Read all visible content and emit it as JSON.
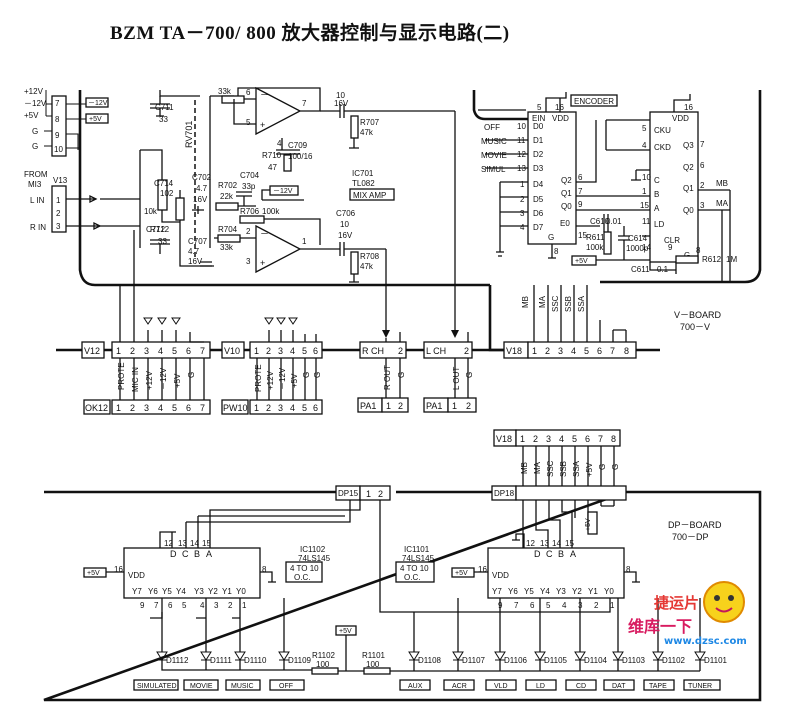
{
  "title": "BZM TA－700/ 800 放大器控制与显示电路(二)",
  "top_left": {
    "supply": [
      "+12V",
      "－12V",
      "+5V",
      "G",
      "G"
    ],
    "input_labels": [
      "FROM",
      "MI3",
      "L IN",
      "R IN"
    ],
    "v13_pins": [
      "7",
      "8",
      "9",
      "10",
      "1",
      "2",
      "3"
    ],
    "tags": [
      "－12V",
      "+5V"
    ]
  },
  "components": {
    "V13": "V13",
    "C711": "C711",
    "C711v": "33",
    "RV701": "RV701",
    "R33k_a": "33k",
    "C714": "C714",
    "C714v": "102",
    "R712": "R712",
    "R10k": "10k",
    "C712": "C712",
    "C712v": "33",
    "C702": "C702",
    "C702v1": "4.7",
    "C702v2": "16V",
    "R702": "R702",
    "R702v": "22k",
    "C704": "C704",
    "C704v": "33p",
    "R706": "R706",
    "R706v": "100k",
    "R710": "R710",
    "R710v": "47",
    "C709": "C709",
    "C709v": "100/16",
    "C707": "C707",
    "C707v1": "4.7",
    "C707v2": "16V",
    "R704": "R704",
    "R704v": "33k",
    "C_top_v1": "10",
    "C_top_v2": "16V",
    "R707": "R707",
    "R707v": "47k",
    "IC701": "IC701",
    "TL082": "TL082",
    "MIXAMP": "MIX AMP",
    "C706": "C706",
    "C706v1": "10",
    "C706v2": "16V",
    "R708": "R708",
    "R708v": "47k",
    "neg12": "－12V"
  },
  "encoder": {
    "tag": "ENCODER",
    "modes": [
      "OFF",
      "MUSIC",
      "MOVIE",
      "SIMUL"
    ],
    "d_pins": [
      "D0",
      "D1",
      "D2",
      "D3",
      "D4",
      "D5",
      "D6",
      "D7"
    ],
    "d_nums": [
      "10",
      "11",
      "12",
      "13",
      "1",
      "2",
      "3",
      "4",
      "5"
    ],
    "pins": [
      "EIN",
      "VDD",
      "Q2",
      "Q1",
      "Q0",
      "E0",
      "G"
    ],
    "pin_nums": [
      "5",
      "16",
      "6",
      "7",
      "9",
      "15",
      "8"
    ]
  },
  "counter": {
    "pins": [
      "VDD",
      "CKU",
      "CKD",
      "C",
      "B",
      "A",
      "LD",
      "CLR",
      "G",
      "Q3",
      "Q2",
      "Q1",
      "Q0"
    ],
    "pin_nums": [
      "16",
      "5",
      "4",
      "10",
      "1",
      "15",
      "11",
      "14",
      "8",
      "7",
      "6",
      "2",
      "3",
      "9"
    ],
    "outs": [
      "MB",
      "MA"
    ],
    "C610": "C610",
    "C610v": "0.01",
    "R611": "R611",
    "R611v": "100k",
    "C614": "C614",
    "C614v": "1000p",
    "C611": "C611",
    "C611v": "0.1",
    "R612": "R612",
    "R612v": "1M",
    "plus5": "+5V"
  },
  "vboard": {
    "label": "V－BOARD",
    "label2": "700－V",
    "bus_labels": [
      "MB",
      "MA",
      "SSC",
      "SSB",
      "SSA"
    ],
    "V12": "V12",
    "V10": "V10",
    "V18": "V18",
    "RCH": "R CH",
    "LCH": "L CH",
    "pins8": [
      "1",
      "2",
      "3",
      "4",
      "5",
      "6",
      "7",
      "8"
    ],
    "pins7": [
      "1",
      "2",
      "3",
      "4",
      "5",
      "6",
      "7"
    ],
    "pins2": [
      "1",
      "2"
    ],
    "ok12_labels": [
      "PROTE",
      "MIC IN",
      "+12V",
      "－12V",
      "+5V",
      "G",
      "G"
    ],
    "pw10_labels": [
      "PROTE",
      "+12V",
      "－12V",
      "+5V",
      "G",
      "G"
    ],
    "rout": [
      "R OUT",
      "G"
    ],
    "lout": [
      "L OUT",
      "G"
    ],
    "OK12": "OK12",
    "PW10": "PW10",
    "PA1a": "PA1",
    "PA1b": "PA1"
  },
  "dpboard": {
    "label": "DP－BOARD",
    "label2": "700－DP",
    "V18": "V18",
    "DP18": "DP18",
    "DP15": "DP15",
    "bus_labels": [
      "MB",
      "MA",
      "SSC",
      "SSB",
      "SSA",
      "+5V",
      "G",
      "G"
    ],
    "pins8": [
      "1",
      "2",
      "3",
      "4",
      "5",
      "6",
      "7",
      "8"
    ],
    "dp15_pins": [
      "1",
      "2"
    ],
    "ic1102": [
      "IC1102",
      "74LS145",
      "4 TO 10",
      "O.C."
    ],
    "ic1101": [
      "IC1101",
      "74LS145",
      "4 TO 10",
      "O.C."
    ],
    "ic_in": [
      "D",
      "C",
      "B",
      "A"
    ],
    "ic_in_nums": [
      "12",
      "13",
      "14",
      "15"
    ],
    "ic_out": [
      "Y7",
      "Y6",
      "Y5",
      "Y4",
      "Y3",
      "Y2",
      "Y1",
      "Y0"
    ],
    "ic_out_nums": [
      "9",
      "7",
      "6",
      "5",
      "4",
      "3",
      "2",
      "1"
    ],
    "vdd": "VDD",
    "plus5": "+5V",
    "gnd_pin": "8",
    "vdd_pin": "16",
    "R1102": "R1102",
    "R1102v": "100",
    "R1101": "R1101",
    "R1101v": "100",
    "leds_left": [
      "D1112",
      "D1111",
      "D1110",
      "D1109"
    ],
    "leds_right": [
      "D1108",
      "D1107",
      "D1106",
      "D1105",
      "D1104",
      "D1103",
      "D1102",
      "D1101"
    ],
    "bottom_labels": [
      "SIMULATED",
      "MOVIE",
      "MUSIC",
      "OFF",
      "AUX",
      "ACR",
      "VLD",
      "LD",
      "CD",
      "DAT",
      "TAPE",
      "TUNER"
    ]
  },
  "watermark": {
    "line1": "捷运片",
    "line2": "维库一下",
    "url": "www.dzsc.com"
  }
}
